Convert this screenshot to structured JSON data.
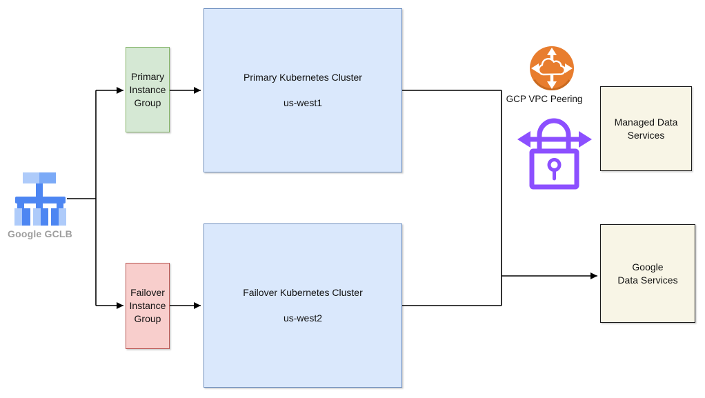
{
  "diagram": {
    "connectorColor": "#000000",
    "gclb": {
      "label": "Google GCLB",
      "labelColor": "#9e9e9e",
      "iconColors": {
        "light": "#aecbfa",
        "mid": "#7baaf7",
        "dark": "#4d86f2"
      }
    },
    "primaryInstanceGroup": {
      "label": "Primary\nInstance\nGroup",
      "fill": "#d5e8d4",
      "border": "#82b366"
    },
    "failoverInstanceGroup": {
      "label": "Failover\nInstance\nGroup",
      "fill": "#f8cecc",
      "border": "#b85450"
    },
    "primaryCluster": {
      "title": "Primary Kubernetes Cluster",
      "region": "us-west1",
      "fill": "#dae8fc",
      "border": "#6c8ebf"
    },
    "failoverCluster": {
      "title": "Failover Kubernetes Cluster",
      "region": "us-west2",
      "fill": "#dae8fc",
      "border": "#6c8ebf"
    },
    "vpcPeering": {
      "label": "GCP VPC Peering",
      "iconColor": "#e87d2e",
      "iconRimColor": "#c96a20"
    },
    "secureConnectionLock": {
      "iconColor": "#8c4fff"
    },
    "managedDataServices": {
      "label": "Managed Data\nServices",
      "fill": "#f8f5e6",
      "border": "#1a1a1a"
    },
    "googleDataServices": {
      "label": "Google\nData Services",
      "fill": "#f8f5e6",
      "border": "#1a1a1a"
    }
  }
}
